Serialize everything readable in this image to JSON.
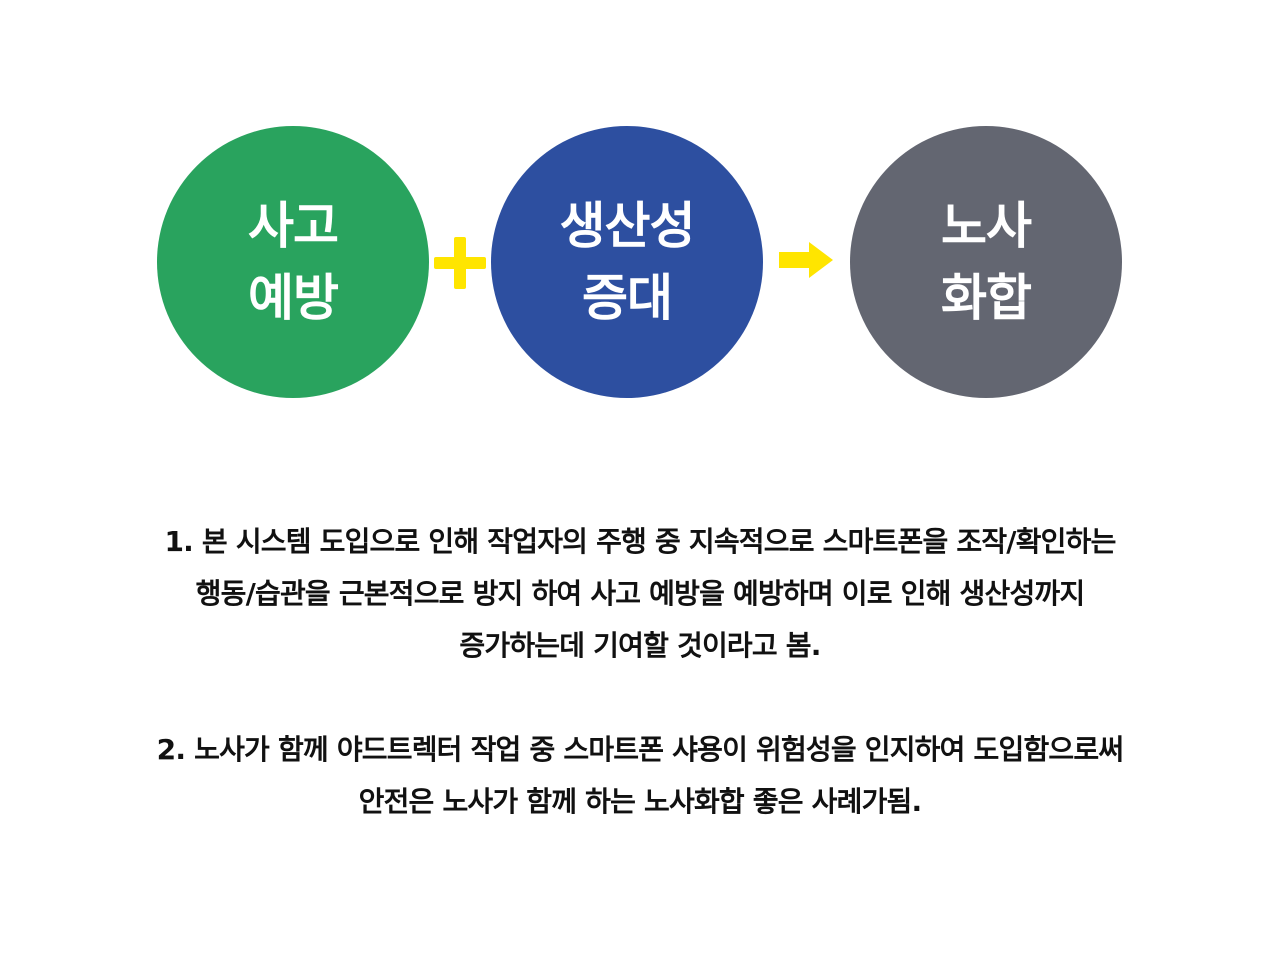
{
  "colors": {
    "circle_1": "#29a35e",
    "circle_2": "#2d4fa0",
    "circle_3": "#636671",
    "connector": "#ffe500"
  },
  "diagram": {
    "circles": [
      {
        "line1": "사고",
        "line2": "예방"
      },
      {
        "line1": "생산성",
        "line2": "증대"
      },
      {
        "line1": "노사",
        "line2": "화합"
      }
    ],
    "connectors": [
      "plus-icon",
      "arrow-right-icon"
    ]
  },
  "notes": {
    "item1": {
      "line1": "1. 본 시스템 도입으로 인해 작업자의 주행 중 지속적으로 스마트폰을 조작/확인하는",
      "line2": "행동/습관을 근본적으로 방지 하여 사고 예방을 예방하며 이로 인해 생산성까지",
      "line3": "증가하는데 기여할 것이라고 봄."
    },
    "item2": {
      "line1": "2. 노사가 함께 야드트렉터 작업 중 스마트폰 샤용이 위험성을 인지하여 도입함으로써",
      "line2": "안전은 노사가 함께 하는 노사화합 좋은 사례가됨."
    }
  }
}
